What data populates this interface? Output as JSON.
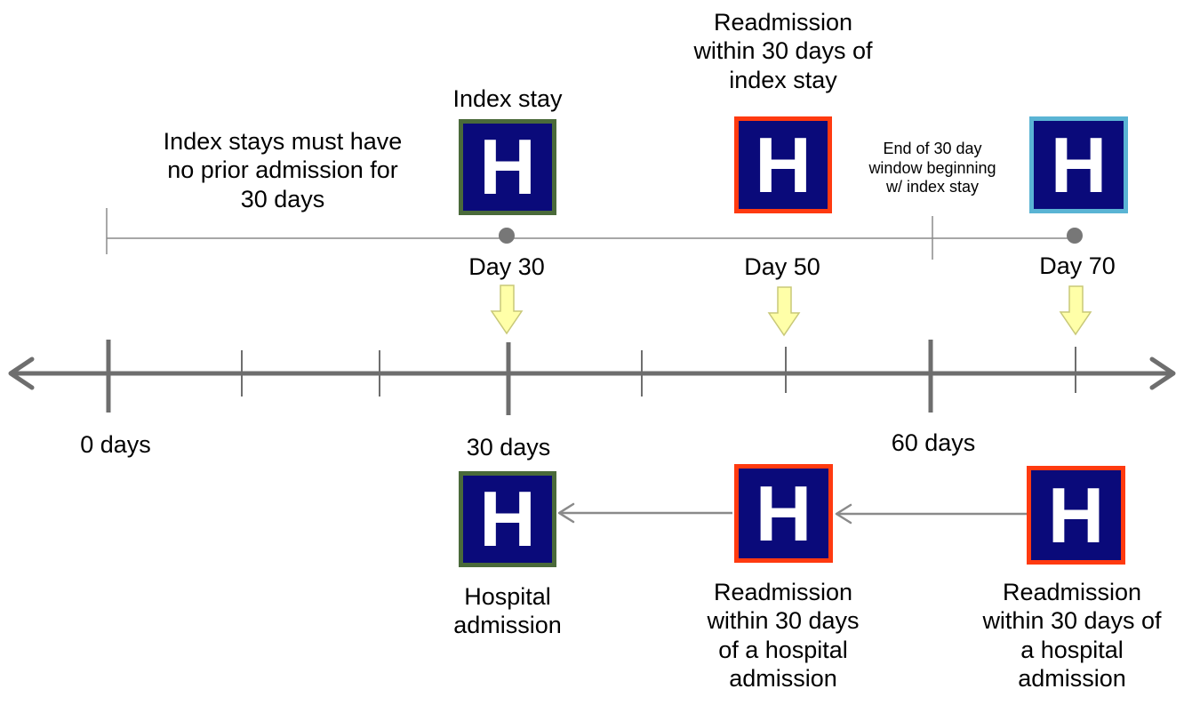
{
  "colors": {
    "axis": "#6e6e6e",
    "hospital_fill": "#0a0a7a",
    "border_index": "#4a6a3a",
    "border_readmission": "#ff3a10",
    "border_later": "#5ab4d4",
    "arrow_fill": "#ffffa8",
    "arrow_stroke": "#c8c878"
  },
  "hospital_letter": "H",
  "top": {
    "note": "Index stays must have\nno prior admission for\n30 days",
    "index_stay": "Index stay",
    "readmission": "Readmission\nwithin 30 days of\nindex stay",
    "window_end": "End of 30 day\nwindow beginning\nw/ index stay",
    "day_30": "Day 30",
    "day_50": "Day 50",
    "day_70": "Day 70"
  },
  "axis": {
    "label_0": "0 days",
    "label_30": "30 days",
    "label_60": "60 days"
  },
  "bottom": {
    "hospital_admission": "Hospital\nadmission",
    "readmission_1": "Readmission\nwithin 30 days\nof a hospital\nadmission",
    "readmission_2": "Readmission\nwithin 30 days of\na hospital\nadmission"
  }
}
